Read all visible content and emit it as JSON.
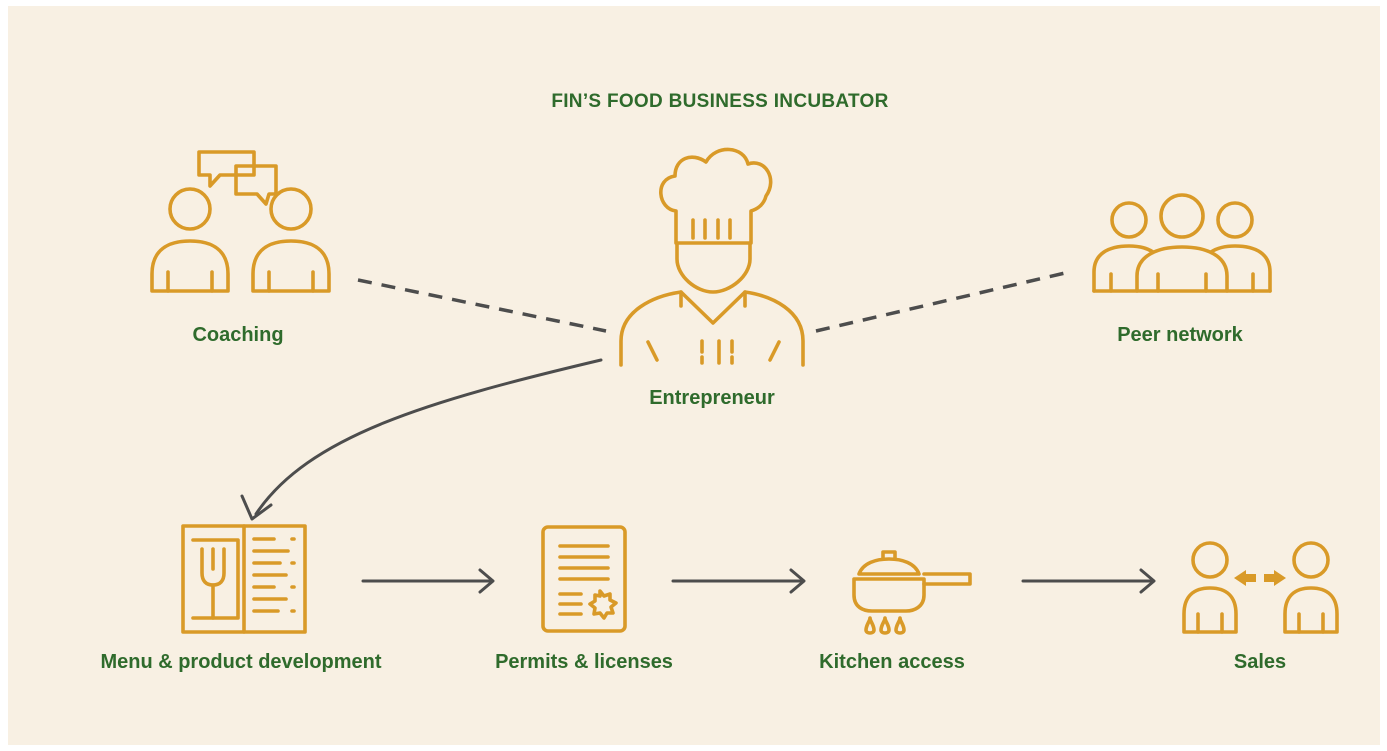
{
  "title": "FIN’S FOOD BUSINESS INCUBATOR",
  "nodes": {
    "coaching": "Coaching",
    "entrepreneur": "Entrepreneur",
    "peer_network": "Peer network",
    "menu": "Menu & product development",
    "permits": "Permits & licenses",
    "kitchen": "Kitchen access",
    "sales": "Sales"
  },
  "icons": {
    "coaching": "two-people-chat-icon",
    "entrepreneur": "chef-icon",
    "peer_network": "group-people-icon",
    "menu": "menu-fork-icon",
    "permits": "certificate-document-icon",
    "kitchen": "pan-on-stove-icon",
    "sales": "exchange-people-icon"
  },
  "colors": {
    "background": "#f8f0e3",
    "text": "#2f6b2c",
    "icon": "#d99a28",
    "connector": "#4d4d4d"
  }
}
